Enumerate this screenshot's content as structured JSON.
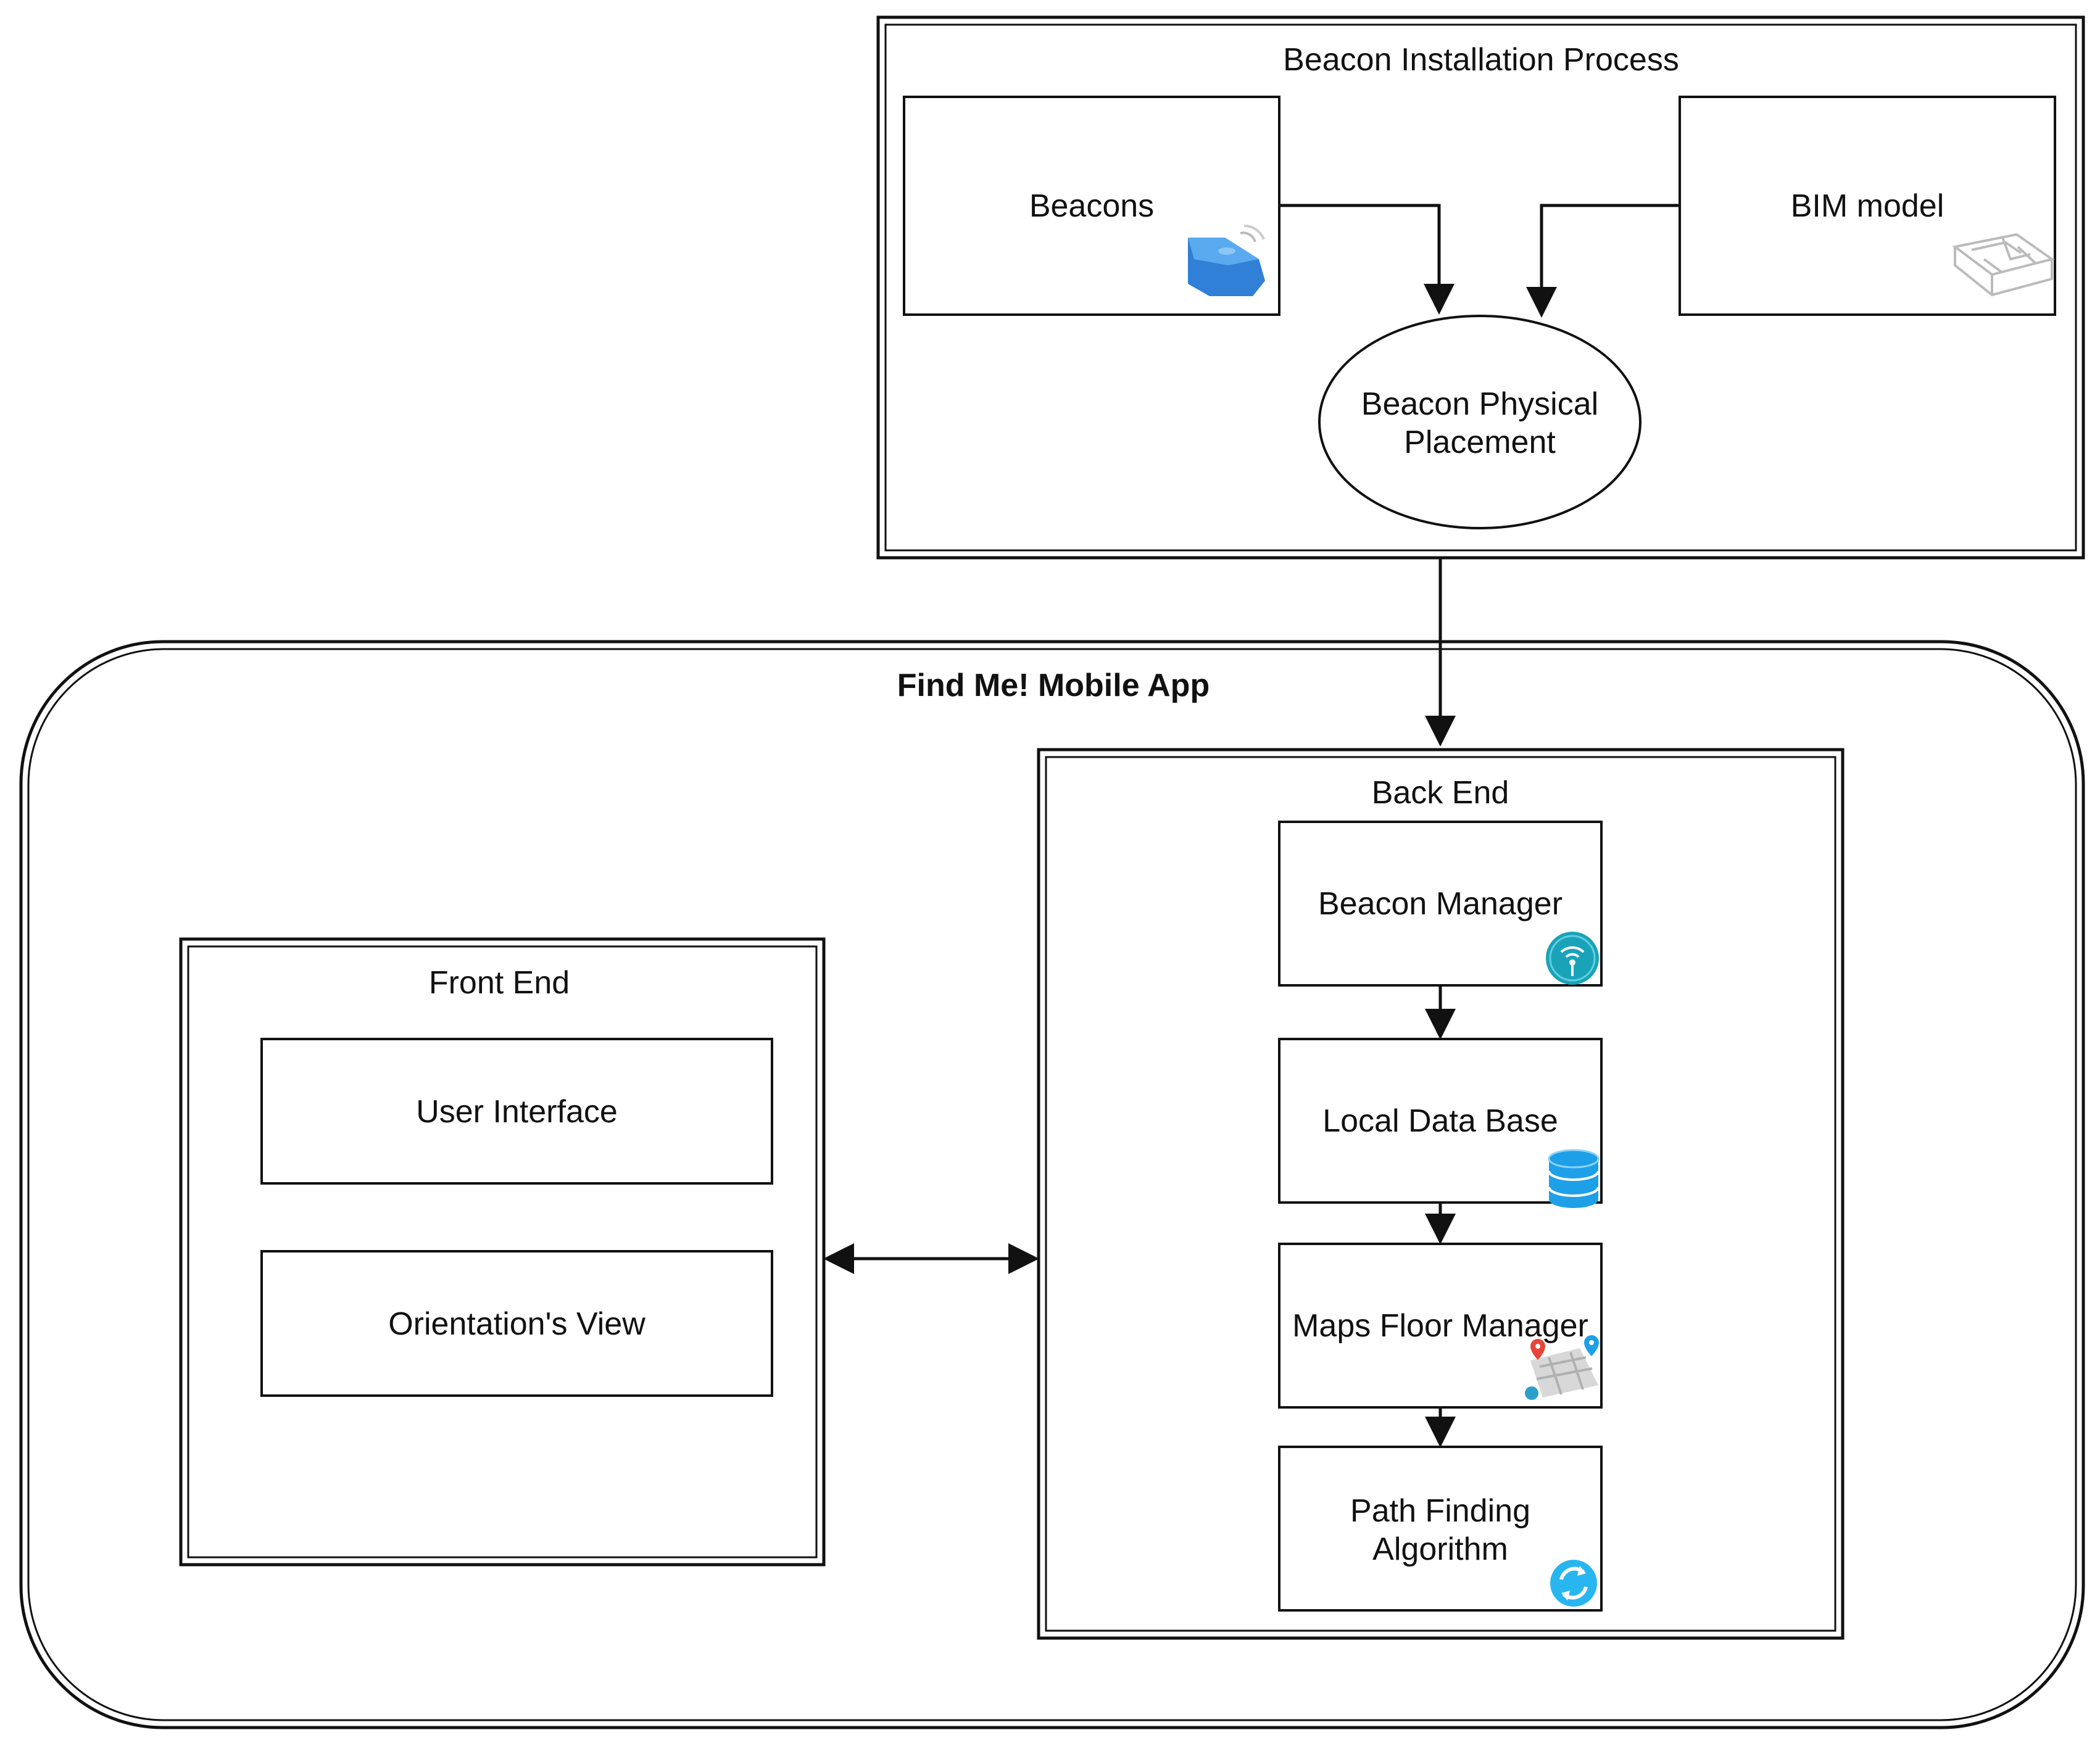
{
  "installation": {
    "title": "Beacon Installation Process",
    "beacons_label": "Beacons",
    "bim_label": "BIM model",
    "placement_line1": "Beacon Physical",
    "placement_line2": "Placement"
  },
  "app": {
    "title": "Find Me! Mobile App",
    "front_end": {
      "title": "Front End",
      "user_interface": "User Interface",
      "orientation_view": "Orientation's View"
    },
    "back_end": {
      "title": "Back End",
      "beacon_manager": "Beacon Manager",
      "local_db": "Local Data Base",
      "maps_floor_manager": "Maps Floor Manager",
      "path_finding_line1": "Path Finding",
      "path_finding_line2": "Algorithm"
    }
  },
  "icons": {
    "beacons": "bluetooth-beacon-icon",
    "bim": "bim-floorplan-icon",
    "beacon_manager": "wifi-signal-icon",
    "local_db": "database-icon",
    "maps": "map-pins-icon",
    "path_finding": "refresh-icon"
  },
  "colors": {
    "beacon_blue": "#3a8fe0",
    "teal": "#1aa3b8",
    "db_blue": "#1ea0e8",
    "refresh_blue": "#29b6f0",
    "stroke": "#111111"
  }
}
